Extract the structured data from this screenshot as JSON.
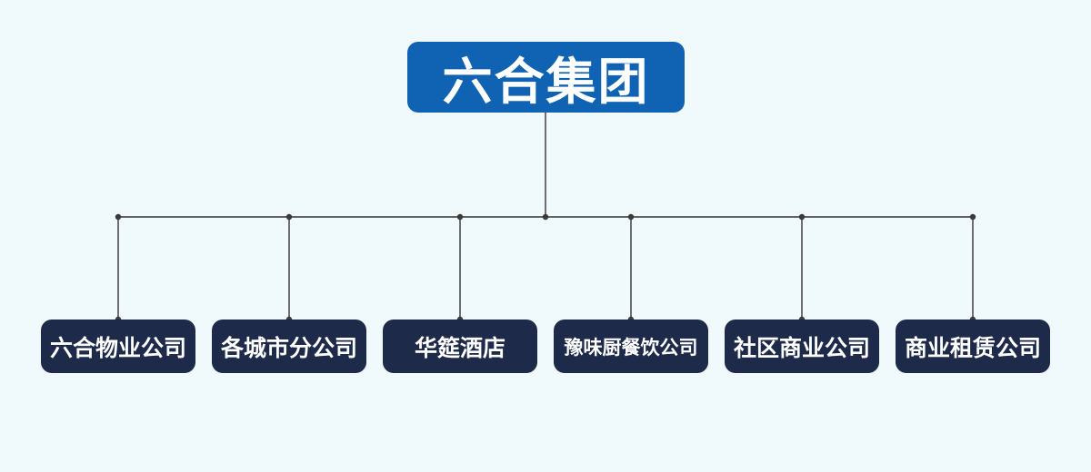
{
  "org_chart": {
    "root": {
      "label": "六合集团"
    },
    "children": [
      {
        "label": "六合物业公司"
      },
      {
        "label": "各城市分公司"
      },
      {
        "label": "华筵酒店"
      },
      {
        "label": "豫味厨餐饮公司"
      },
      {
        "label": "社区商业公司"
      },
      {
        "label": "商业租赁公司"
      }
    ],
    "colors": {
      "background": "#F0F9FC",
      "root_node": "#1063B2",
      "child_node": "#1E2A49",
      "connector": "#333333",
      "junction_dot": "#3A3A3A",
      "text": "#FFFFFF"
    }
  }
}
